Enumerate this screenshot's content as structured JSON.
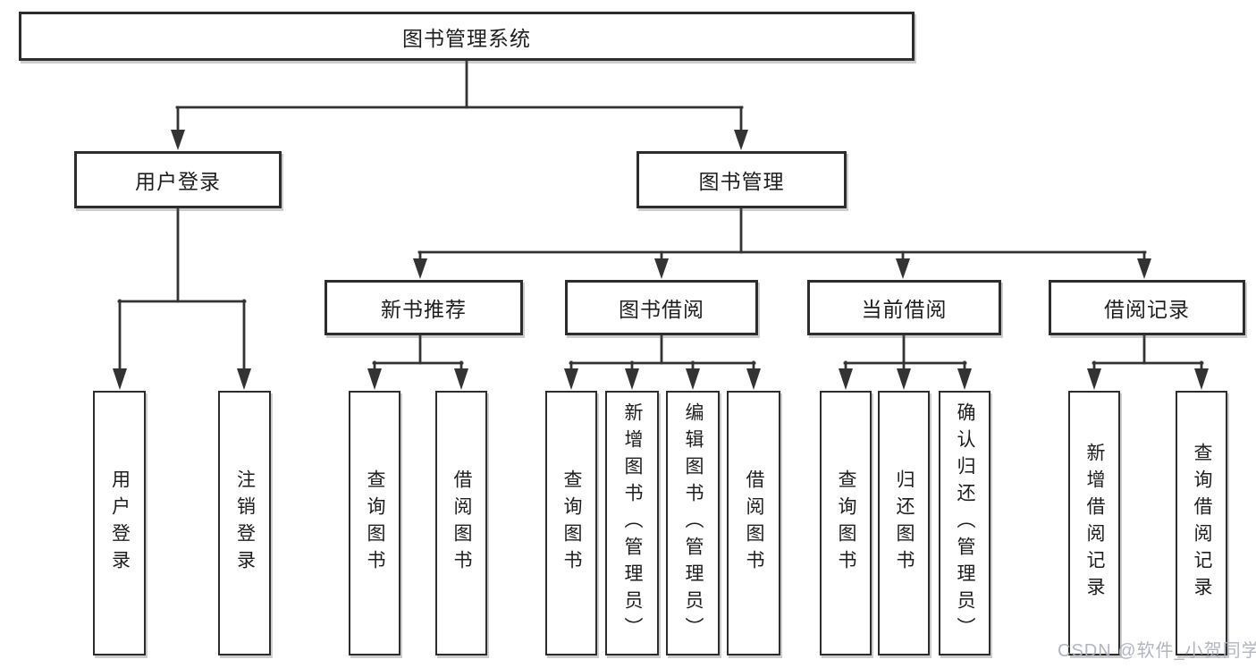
{
  "diagram": {
    "title": "图书管理系统",
    "nodes": {
      "root": {
        "label": "图书管理系统"
      },
      "l2_user": {
        "label": "用户登录"
      },
      "l2_books": {
        "label": "图书管理"
      },
      "l3_new_books": {
        "label": "新书推荐"
      },
      "l3_book_borrow": {
        "label": "图书借阅"
      },
      "l3_current_borrow": {
        "label": "当前借阅"
      },
      "l3_borrow_records": {
        "label": "借阅记录"
      },
      "leaf_user_login": {
        "label": "用户登录"
      },
      "leaf_logout": {
        "label": "注销登录"
      },
      "leaf_nb_query_books": {
        "label": "查询图书"
      },
      "leaf_nb_borrow_books": {
        "label": "借阅图书"
      },
      "leaf_bb_query_books": {
        "label": "查询图书"
      },
      "leaf_bb_add_books": {
        "label": "新增图书（管理员）"
      },
      "leaf_bb_edit_books": {
        "label": "编辑图书（管理员）"
      },
      "leaf_bb_borrow_books": {
        "label": "借阅图书"
      },
      "leaf_cb_query_books": {
        "label": "查询图书"
      },
      "leaf_cb_return_books": {
        "label": "归还图书"
      },
      "leaf_cb_confirm_return": {
        "label": "确认归还（管理员）"
      },
      "leaf_rec_add_record": {
        "label": "新增借阅记录"
      },
      "leaf_rec_query_record": {
        "label": "查询借阅记录"
      }
    },
    "colors": {
      "line": "#333333",
      "box_border": "#2d2d2d",
      "box_background": "#ffffff",
      "text": "#1e1e1e",
      "watermark": "#afb1bc"
    }
  },
  "watermark": {
    "text": "CSDN @软件_小贺同学"
  }
}
